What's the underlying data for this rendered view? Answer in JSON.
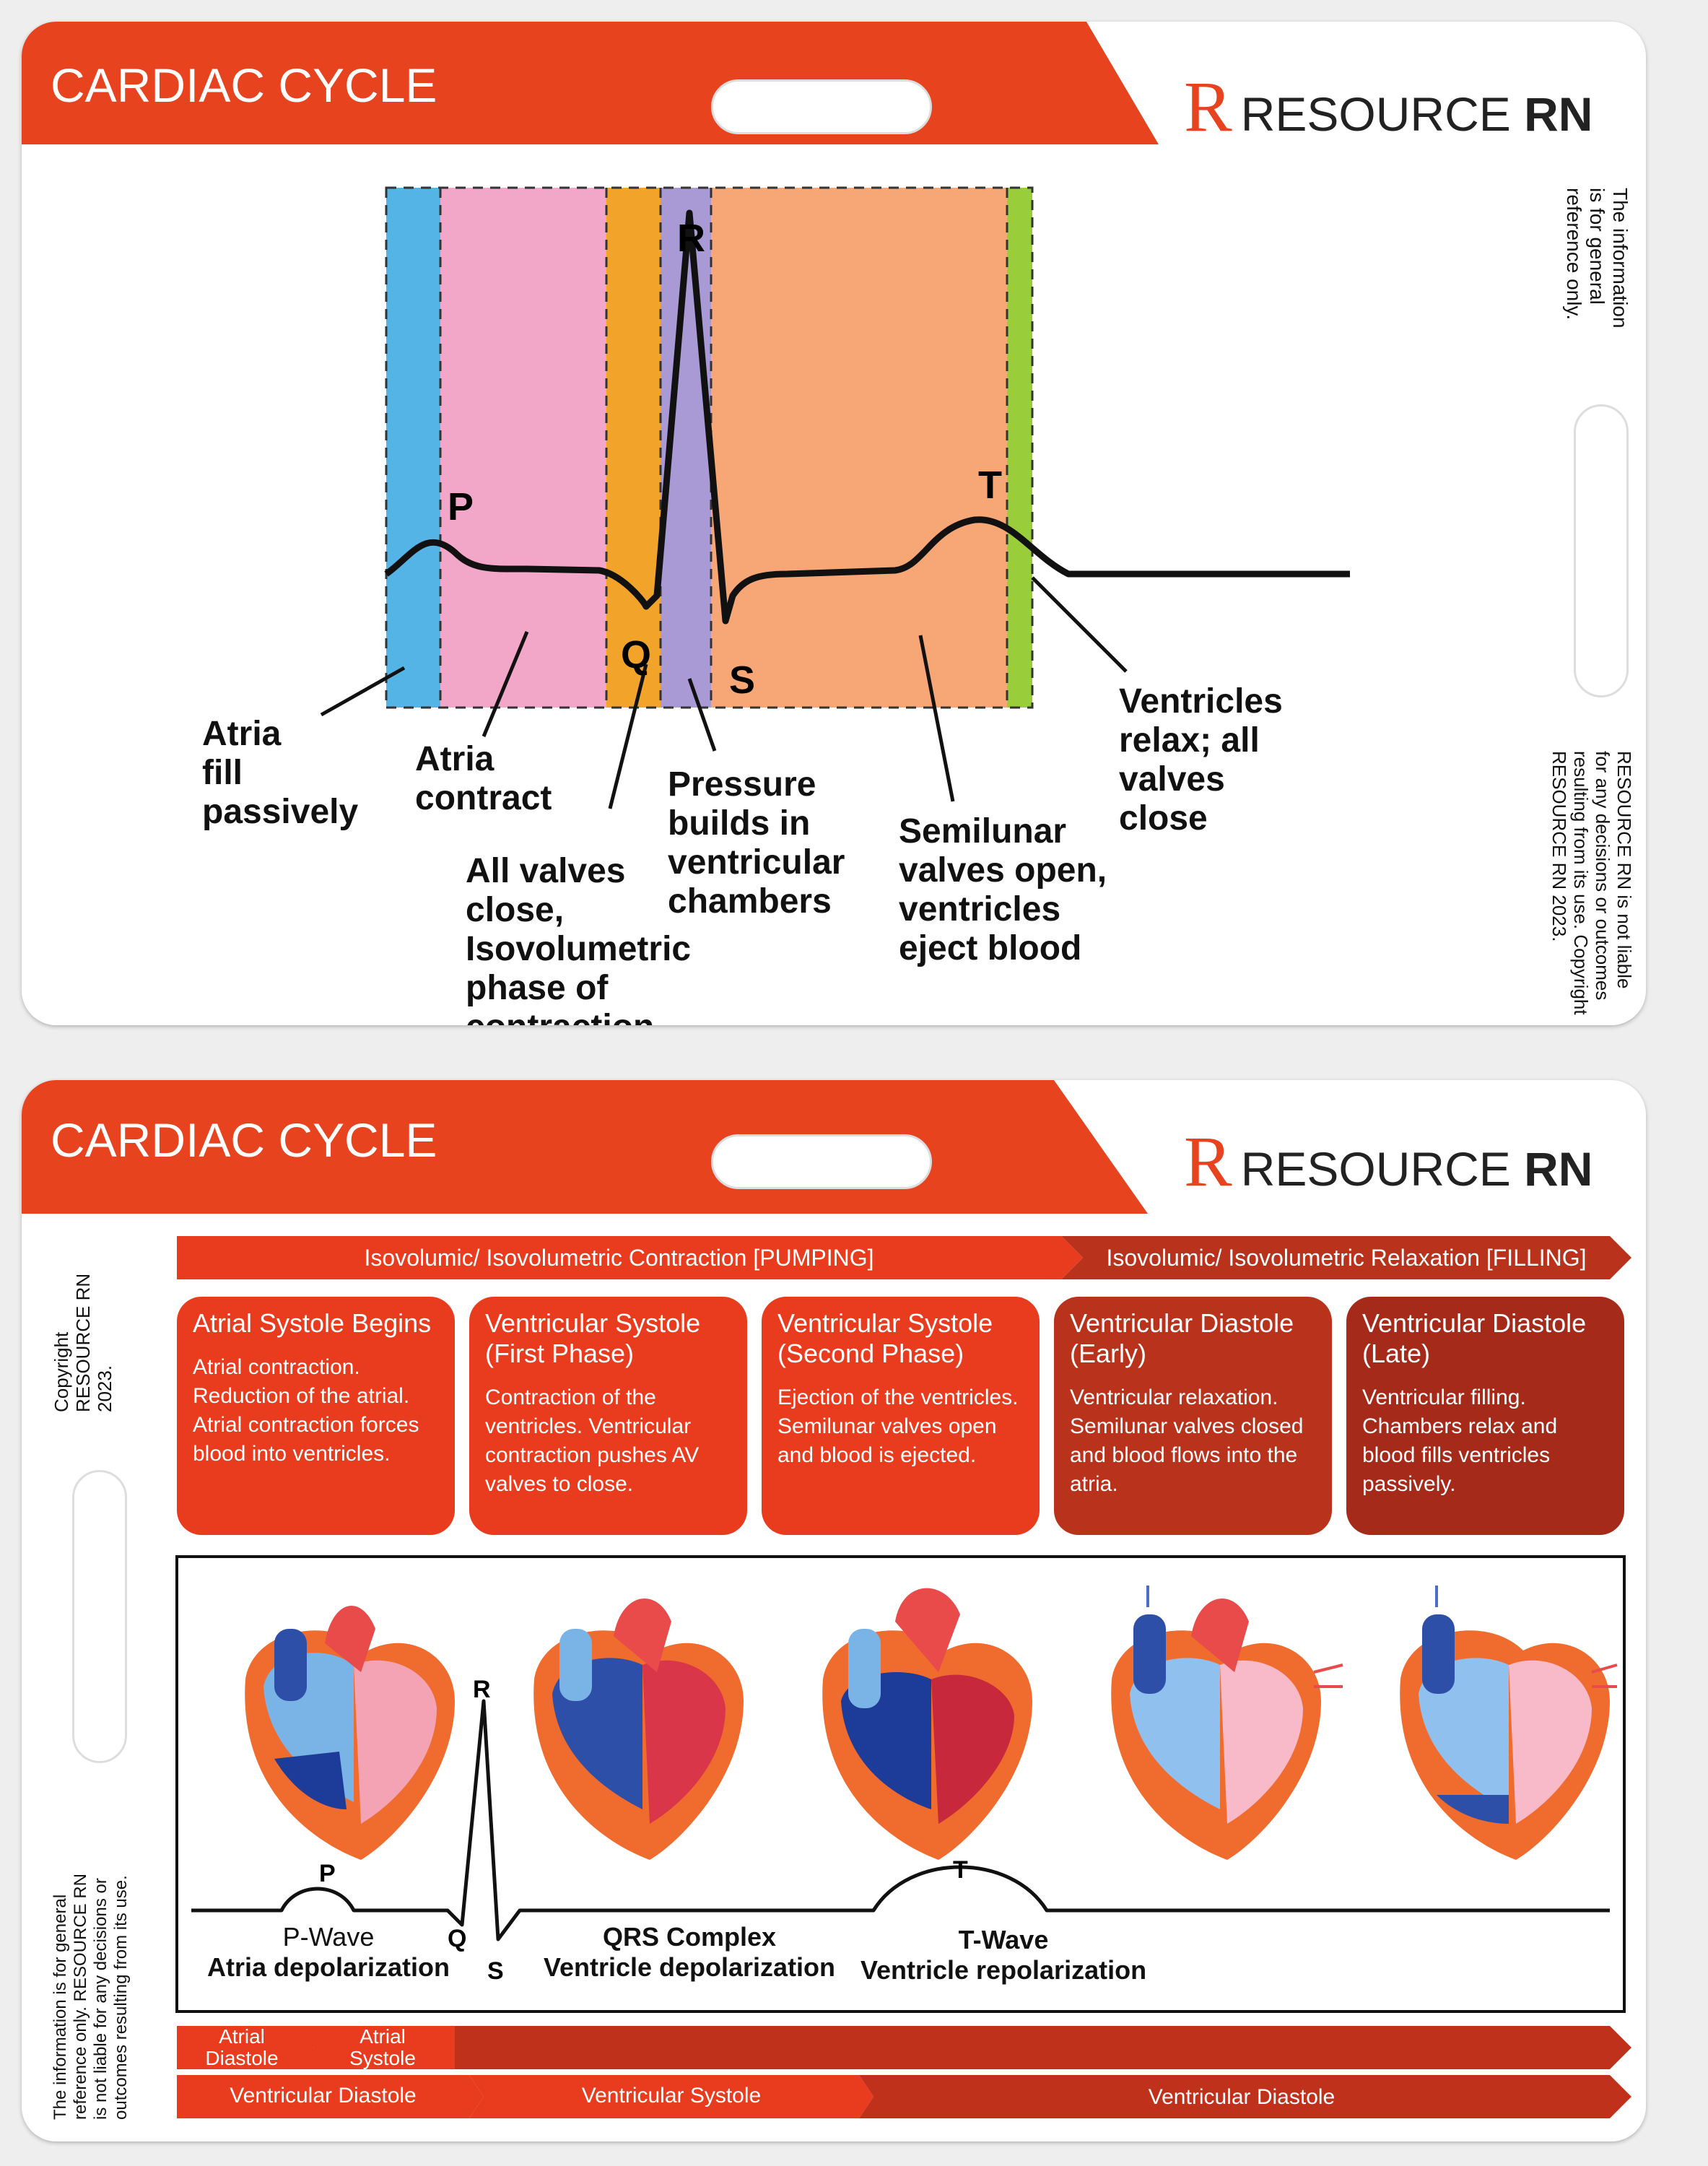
{
  "colors": {
    "brand_red": "#e8431f",
    "dark_red": "#c0311b",
    "maroon": "#a52a1a",
    "bright_red": "#e93b1d"
  },
  "card1": {
    "title": "CARDIAC CYCLE",
    "brand": {
      "prefix": "RESOURCE",
      "suffix": "RN"
    },
    "wave_labels": {
      "p": "P",
      "q": "Q",
      "r": "R",
      "s": "S",
      "t": "T"
    },
    "annotations": {
      "atria_fill": [
        "Atria",
        "fill",
        "passively"
      ],
      "atria_contract": [
        "Atria",
        "contract"
      ],
      "all_valves_close": [
        "All valves",
        "close,",
        "Isovolumetric",
        "phase of",
        "contraction"
      ],
      "pressure_builds": [
        "Pressure",
        "builds in",
        "ventricular",
        "chambers"
      ],
      "semilunar_open": [
        "Semilunar",
        "valves open,",
        "ventricles",
        "eject blood"
      ],
      "ventricles_relax": [
        "Ventricles",
        "relax; all",
        "valves",
        "close"
      ]
    },
    "disclaimer_top": "The information\nis for general\nreference only.",
    "disclaimer_bottom": "RESOURCE RN is not liable\nfor any decisions or outcomes\nresulting from its use. Copyright\nRESOURCE RN 2023."
  },
  "card2": {
    "title": "CARDIAC CYCLE",
    "brand": {
      "prefix": "RESOURCE",
      "suffix": "RN"
    },
    "banner_left": "Isovolumic/ Isovolumetric Contraction [PUMPING]",
    "banner_right": "Isovolumic/ Isovolumetric Relaxation [FILLING]",
    "phases": [
      {
        "title": "Atrial Systole Begins",
        "desc": "Atrial contraction. Reduction of the atrial. Atrial contraction forces blood into ventricles."
      },
      {
        "title": "Ventricular Systole (First Phase)",
        "desc": "Contraction of the ventricles. Ventricular contraction pushes AV valves to close."
      },
      {
        "title": "Ventricular Systole (Second Phase)",
        "desc": "Ejection of the ventricles. Semilunar valves open and blood is ejected."
      },
      {
        "title": "Ventricular Diastole (Early)",
        "desc": "Ventricular relaxation. Semilunar valves closed and blood flows into the atria."
      },
      {
        "title": "Ventricular Diastole (Late)",
        "desc": "Ventricular filling. Chambers relax and blood fills ventricles passively."
      }
    ],
    "ecg": {
      "p": "P",
      "q": "Q",
      "r": "R",
      "s": "S",
      "t": "T",
      "p_title": "P-Wave",
      "p_desc": "Atria depolarization",
      "qrs_title": "QRS Complex",
      "qrs_desc": "Ventricle depolarization",
      "t_title": "T-Wave",
      "t_desc": "Ventricle repolarization"
    },
    "timeline": {
      "atrial_diastole": [
        "Atrial",
        "Diastole"
      ],
      "atrial_systole": [
        "Atrial",
        "Systole"
      ],
      "vent_diastole_1": "Ventricular Diastole",
      "vent_systole": "Ventricular Systole",
      "vent_diastole_2": "Ventricular Diastole"
    },
    "copyright": "Copyright\nRESOURCE RN\n2023.",
    "disclaimer": "The information is for general\nreference only. RESOURCE RN\nis not liable for any decisions or\noutcomes resulting from its use."
  }
}
